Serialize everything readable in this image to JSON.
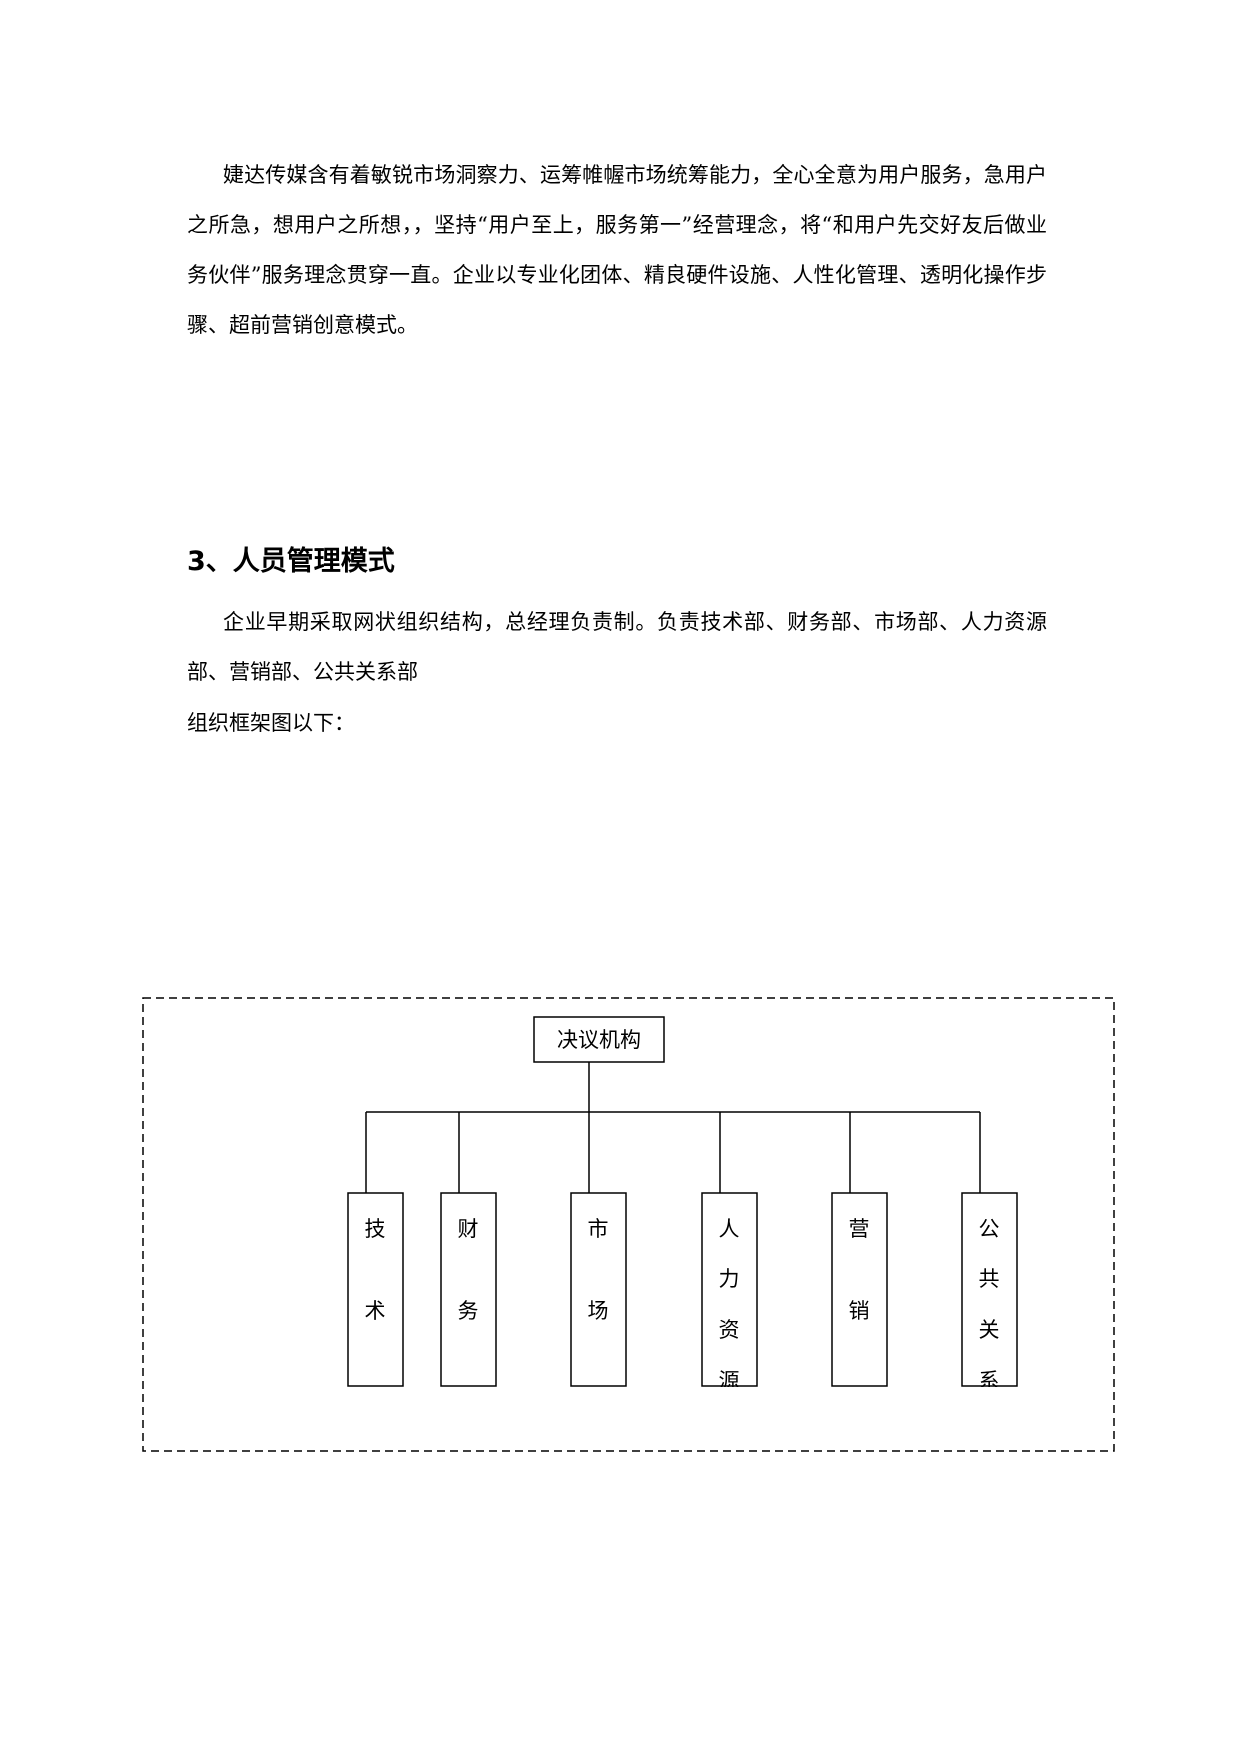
{
  "intro": {
    "paragraph": "婕达传媒含有着敏锐市场洞察力、运筹帷幄市场统筹能力，全心全意为用户服务，急用户之所急，想用户之所想，，坚持“用户至上，服务第一”经营理念，将“和用户先交好友后做业务伙伴”服务理念贯穿一直。企业以专业化团体、精良硬件设施、人性化管理、透明化操作步骤、超前营销创意模式。"
  },
  "section": {
    "heading": "3、人员管理模式",
    "paragraph": "企业早期采取网状组织结构，总经理负责制。负责技术部、财务部、市场部、人力资源部、营销部、公共关系部",
    "chart_intro": "组织框架图以下："
  },
  "org_chart": {
    "root": "决议机构",
    "departments": [
      {
        "chars": [
          "技",
          "术"
        ]
      },
      {
        "chars": [
          "财",
          "务"
        ]
      },
      {
        "chars": [
          "市",
          "场"
        ]
      },
      {
        "chars": [
          "人",
          "力",
          "资",
          "源"
        ]
      },
      {
        "chars": [
          "营",
          "销"
        ]
      },
      {
        "chars": [
          "公",
          "共",
          "关",
          "系"
        ]
      }
    ],
    "line_color": "#000000",
    "frame_style": "dashed"
  }
}
